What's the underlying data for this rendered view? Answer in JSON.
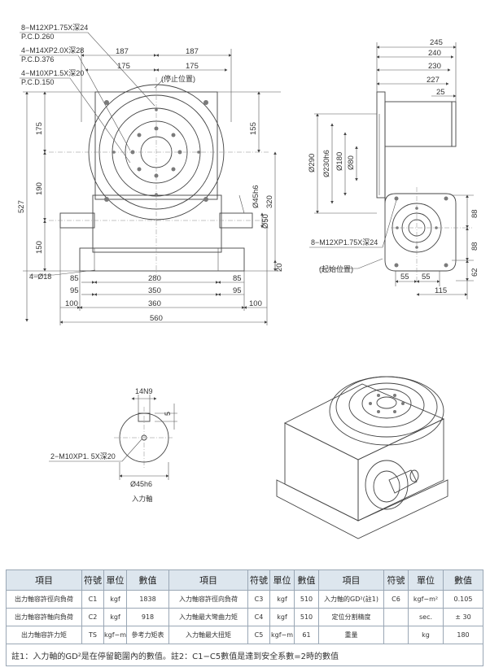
{
  "front_view": {
    "callouts": {
      "m12_thread": "8−M12XP1.75X深24",
      "m12_pcd": "P.C.D.260",
      "m14_thread": "4−M14XP2.0X深28",
      "m14_pcd": "P.C.D.376",
      "m10_thread": "4−M10XP1.5X深20",
      "m10_pcd": "P.C.D.150",
      "stop_position": "(停止位置)",
      "hole_dia": "4−Ø18"
    },
    "dims_top": [
      "187",
      "187",
      "175",
      "175"
    ],
    "dims_bottom": [
      "85",
      "280",
      "85",
      "95",
      "350",
      "95",
      "100",
      "360",
      "100",
      "560"
    ],
    "dims_left": [
      "527",
      "175",
      "190",
      "150"
    ],
    "dims_right": [
      "155",
      "320",
      "20"
    ],
    "shaft_dims": [
      "Ø45h6",
      "Ø50"
    ]
  },
  "side_view": {
    "dims_top": [
      "245",
      "240",
      "230",
      "227",
      "25"
    ],
    "dims_left": [
      "Ø290",
      "Ø230h6",
      "Ø180",
      "Ø80"
    ],
    "dims_right": [
      "88",
      "88",
      "62"
    ],
    "dims_bottom": [
      "55",
      "55",
      "115"
    ],
    "callouts": {
      "thread": "8−M12XP1.75X深24",
      "start_position": "(起始位置)"
    }
  },
  "shaft_detail": {
    "keyway": "14N9",
    "key_depth": "5",
    "thread": "2−M10XP1. 5X深20",
    "diameter": "Ø45h6",
    "caption": "入力軸"
  },
  "table": {
    "headers": [
      "項目",
      "符號",
      "單位",
      "數值",
      "項目",
      "符號",
      "單位",
      "數值",
      "項目",
      "符號",
      "單位",
      "數值"
    ],
    "rows": [
      [
        "出力軸容許徑向負荷",
        "C1",
        "kgf",
        "1838",
        "入力軸容許徑向負荷",
        "C3",
        "kgf",
        "510",
        "入力軸的GD²(註1)",
        "C6",
        "kgf−m²",
        "0.105"
      ],
      [
        "出力軸容許軸向負荷",
        "C2",
        "kgf",
        "918",
        "入力軸最大彎曲力矩",
        "C4",
        "kgf",
        "510",
        "定位分割精度",
        "",
        "sec.",
        "± 30"
      ],
      [
        "出力軸容許力矩",
        "TS",
        "kgf−m",
        "參考力矩表",
        "入力軸最大扭矩",
        "C5",
        "kgf−m",
        "61",
        "重量",
        "",
        "kg",
        "180"
      ]
    ],
    "footnote": "註1：入力軸的GD²是在停留範圍內的數值。註2：C1−C5數值是達到安全系數=2時的數值"
  },
  "colors": {
    "header_bg": "#dde6ee",
    "border": "#9aa7b5",
    "body_gray": "#e2e2e2"
  }
}
